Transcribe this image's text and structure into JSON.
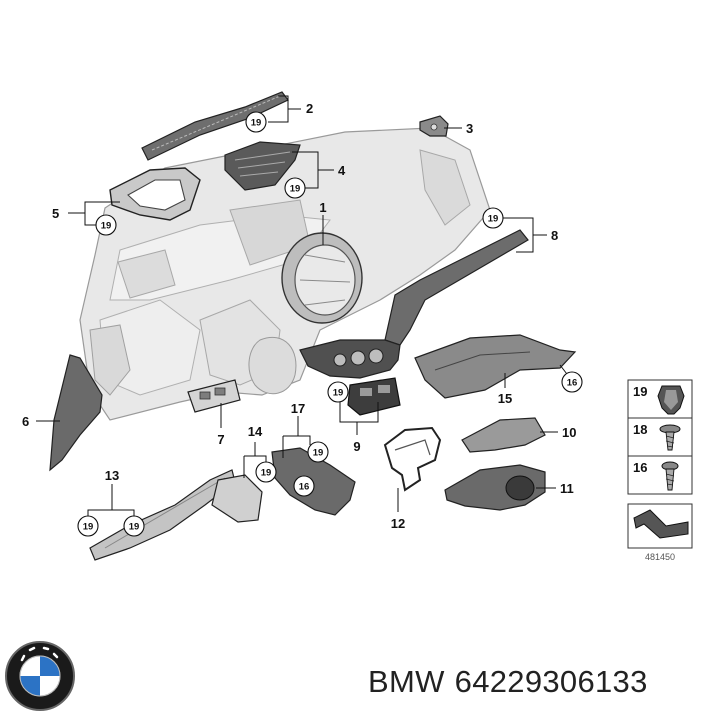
{
  "diagram": {
    "part_labels": [
      "1",
      "2",
      "3",
      "4",
      "5",
      "6",
      "7",
      "8",
      "9",
      "10",
      "11",
      "12",
      "13",
      "14",
      "15",
      "16",
      "17"
    ],
    "ref_circles": [
      "19",
      "19",
      "19",
      "19",
      "19",
      "19",
      "19",
      "19",
      "19",
      "16",
      "16"
    ],
    "legend": {
      "rows": [
        {
          "number": "19",
          "item": "clip-icon"
        },
        {
          "number": "18",
          "item": "screw-icon"
        },
        {
          "number": "16",
          "item": "screw-icon"
        }
      ],
      "direction_icon": "arrow-icon"
    },
    "diagram_code": "481450"
  },
  "caption": {
    "brand_logo": "bmw-roundel-logo",
    "brand": "BMW",
    "part_number": "64229306133"
  },
  "colors": {
    "line": "#333333",
    "part_fill": "#e6e6e6",
    "part_dark": "#7d7d7d",
    "logo_blue": "#2c73c5"
  }
}
